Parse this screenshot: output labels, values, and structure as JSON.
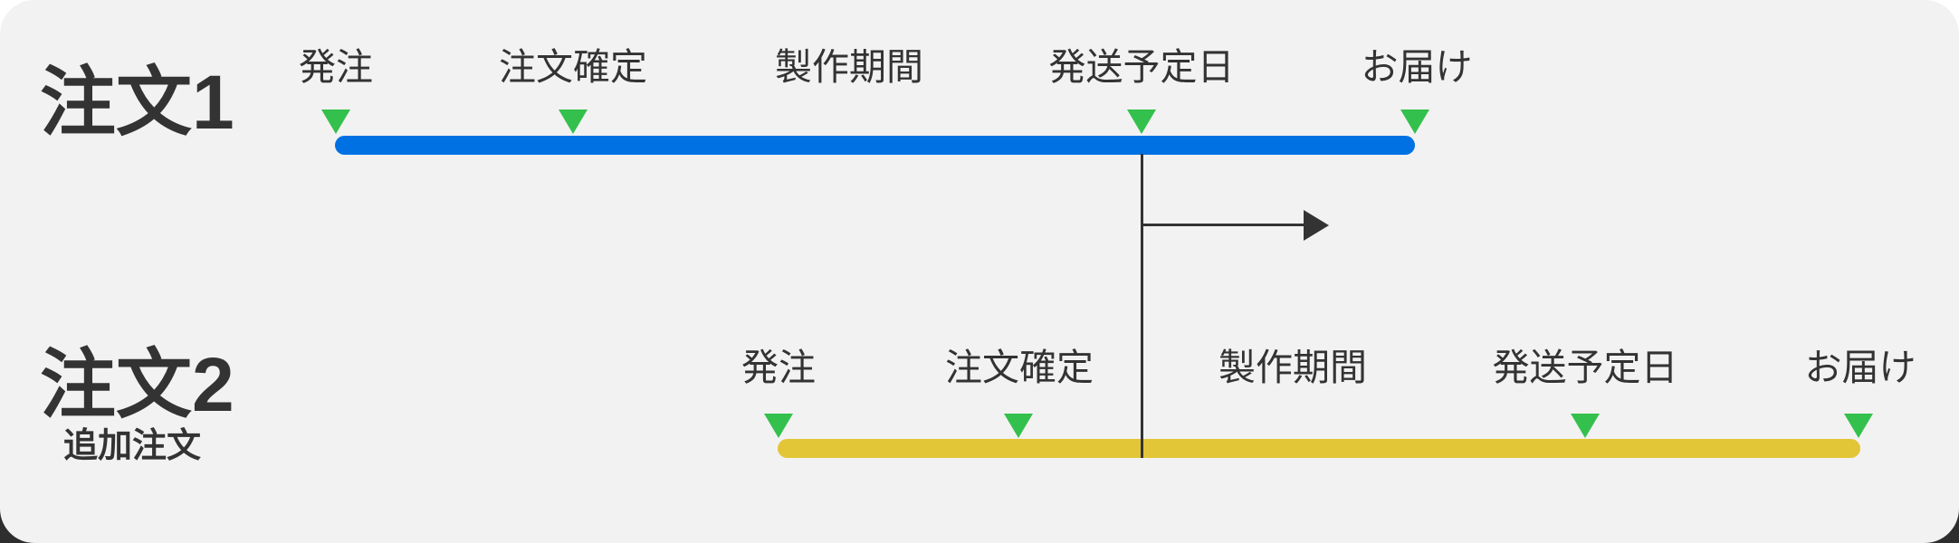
{
  "diagram_type": "order-timeline",
  "colors": {
    "panel-bg": "#f2f2f2",
    "ink": "#333333",
    "marker-green": "#34c04c",
    "bar-blue": "#0071e3",
    "bar-yellow": "#e2c637"
  },
  "rows": [
    {
      "title": "注文1",
      "subtitle": "",
      "bar_color": "#0071e3",
      "milestones": [
        {
          "label": "発注",
          "marker": true
        },
        {
          "label": "注文確定",
          "marker": true
        },
        {
          "label": "製作期間",
          "marker": false
        },
        {
          "label": "発送予定日",
          "marker": true
        },
        {
          "label": "お届け",
          "marker": true
        }
      ]
    },
    {
      "title": "注文2",
      "subtitle": "追加注文",
      "bar_color": "#e2c637",
      "milestones": [
        {
          "label": "発注",
          "marker": true
        },
        {
          "label": "注文確定",
          "marker": true
        },
        {
          "label": "製作期間",
          "marker": false
        },
        {
          "label": "発送予定日",
          "marker": true
        },
        {
          "label": "お届け",
          "marker": true
        }
      ]
    }
  ]
}
